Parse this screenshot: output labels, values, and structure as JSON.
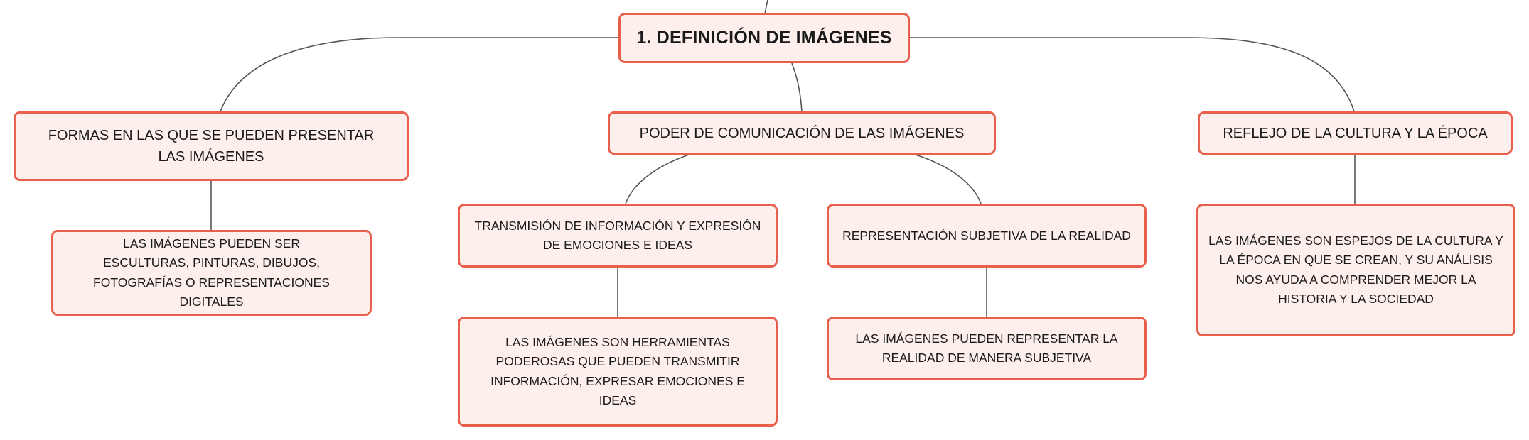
{
  "root": {
    "label": "1. DEFINICIÓN DE IMÁGENES"
  },
  "branches": {
    "formas": {
      "label": "FORMAS EN LAS QUE SE PUEDEN PRESENTAR LAS IMÁGENES",
      "detail": "LAS IMÁGENES PUEDEN SER ESCULTURAS, PINTURAS, DIBUJOS, FOTOGRAFÍAS O REPRESENTACIONES DIGITALES"
    },
    "poder": {
      "label": "PODER DE COMUNICACIÓN DE LAS IMÁGENES",
      "sub": [
        {
          "label": "TRANSMISIÓN DE INFORMACIÓN Y EXPRESIÓN DE EMOCIONES E IDEAS",
          "detail": "LAS IMÁGENES SON HERRAMIENTAS PODEROSAS QUE PUEDEN TRANSMITIR INFORMACIÓN, EXPRESAR EMOCIONES E IDEAS"
        },
        {
          "label": "REPRESENTACIÓN SUBJETIVA DE LA REALIDAD",
          "detail": "LAS IMÁGENES PUEDEN REPRESENTAR LA REALIDAD DE MANERA SUBJETIVA"
        }
      ]
    },
    "reflejo": {
      "label": "REFLEJO DE LA CULTURA Y LA ÉPOCA",
      "detail": "LAS IMÁGENES SON ESPEJOS DE LA CULTURA Y LA ÉPOCA EN QUE SE CREAN, Y SU ANÁLISIS NOS AYUDA A COMPRENDER MEJOR LA HISTORIA Y LA SOCIEDAD"
    }
  },
  "colors": {
    "node_border": "#e8604c",
    "node_fill": "#fdf0ec",
    "connector": "#555555",
    "text": "#1a1a1a"
  }
}
